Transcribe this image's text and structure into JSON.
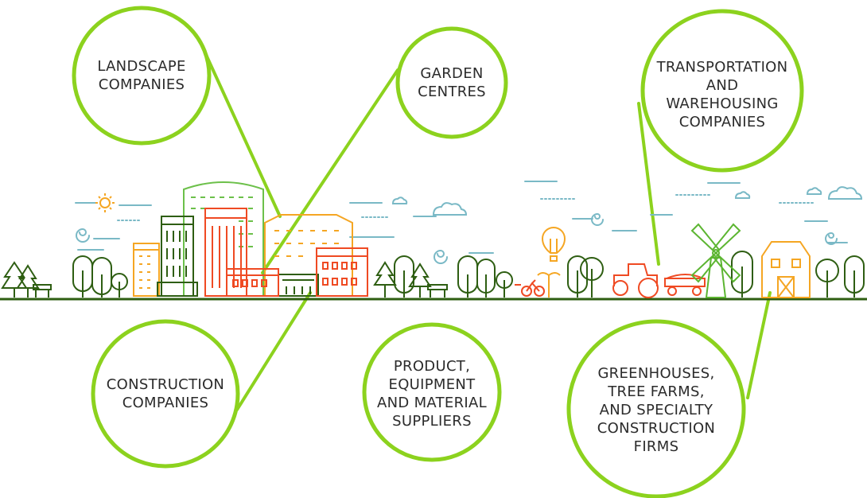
{
  "colors": {
    "accent": "#8cd21e",
    "dark_green": "#2e5e12",
    "green": "#5cb531",
    "light_green": "#6cc04a",
    "orange": "#f5a623",
    "red": "#ef4a23",
    "teal": "#7ab9c6",
    "text": "#2b2b2b"
  },
  "circles": [
    {
      "id": "landscape",
      "label": "LANDSCAPE\nCOMPANIES"
    },
    {
      "id": "garden",
      "label": "GARDEN\nCENTRES"
    },
    {
      "id": "transport",
      "label": "TRANSPORTATION\nAND\nWAREHOUSING\nCOMPANIES"
    },
    {
      "id": "construction",
      "label": "CONSTRUCTION\nCOMPANIES"
    },
    {
      "id": "suppliers",
      "label": "PRODUCT,\nEQUIPMENT\nAND MATERIAL\nSUPPLIERS"
    },
    {
      "id": "greenhouses",
      "label": "GREENHOUSES,\nTREE FARMS,\nAND SPECIALTY\nCONSTRUCTION\nFIRMS"
    }
  ]
}
